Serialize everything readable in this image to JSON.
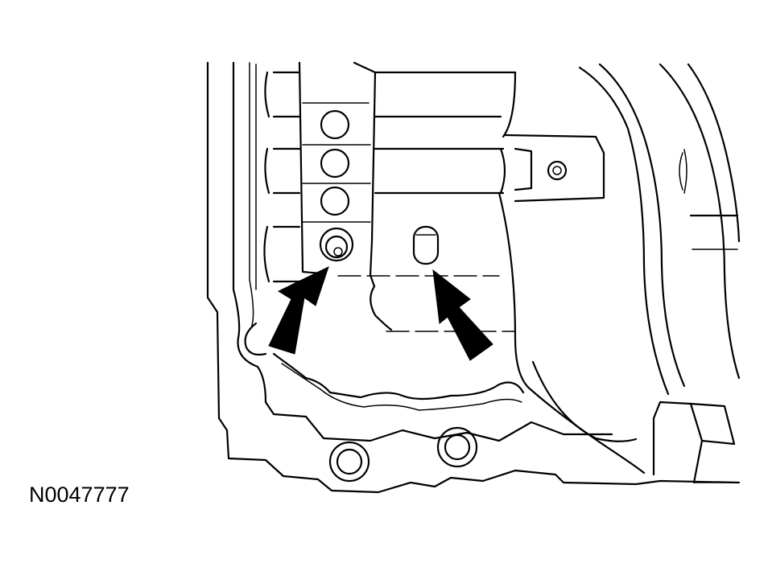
{
  "figure": {
    "id_label": "N0047777"
  },
  "callouts": [
    {
      "name": "left-arrow",
      "target": "valve-body-bore-with-check-ball"
    },
    {
      "name": "right-arrow",
      "target": "oval-passage"
    }
  ]
}
